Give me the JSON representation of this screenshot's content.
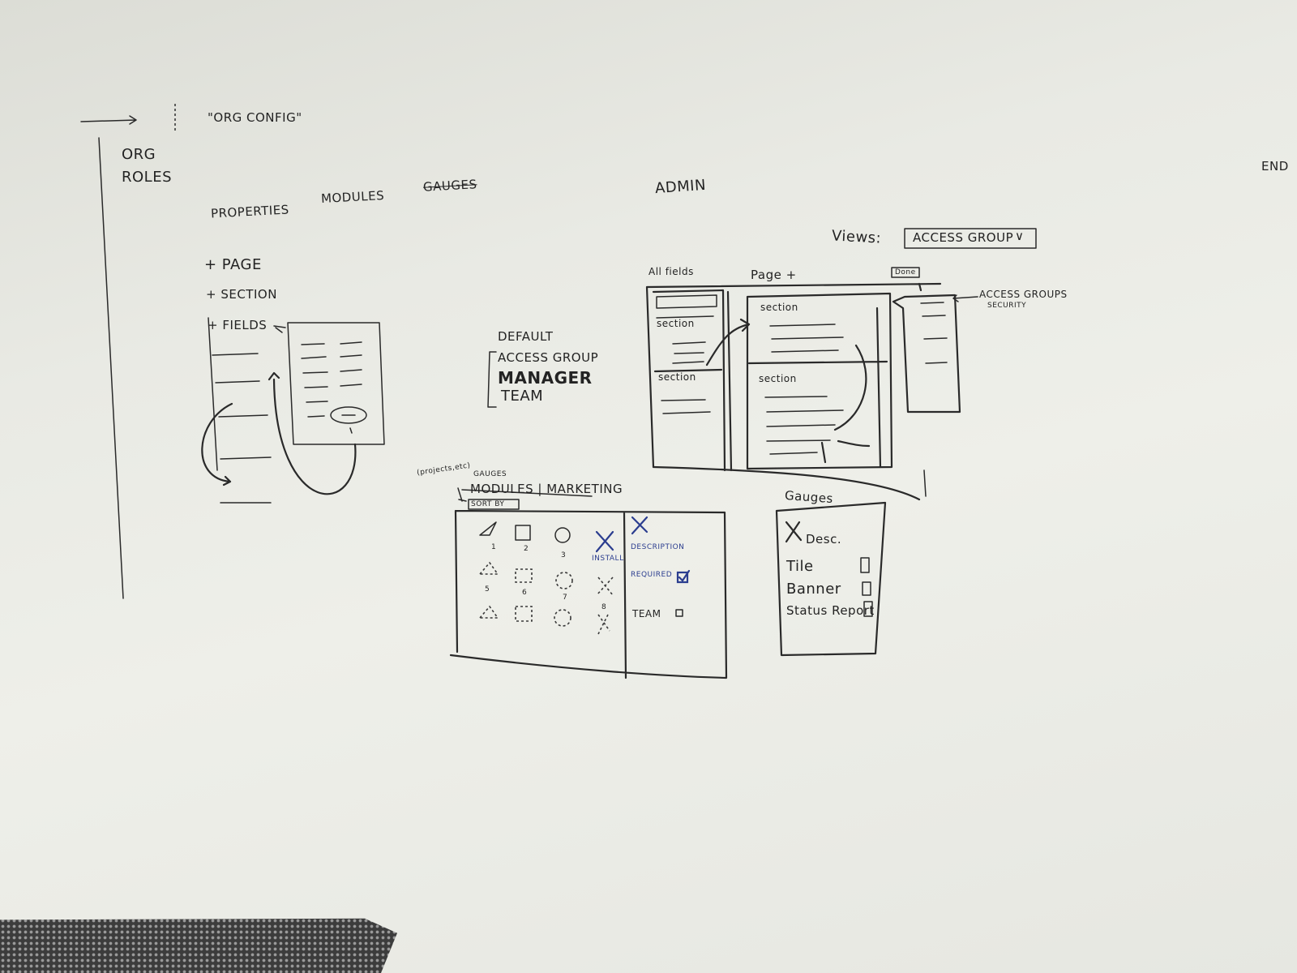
{
  "header": {
    "title": "\"ORG CONFIG\""
  },
  "left_nav": {
    "items": [
      "ORG",
      "ROLES"
    ]
  },
  "top_nav": {
    "items": [
      "PROPERTIES",
      "MODULES",
      "GAUGES"
    ],
    "admin": "ADMIN",
    "end": "END"
  },
  "add_menu": {
    "items": [
      "+ PAGE",
      "+ SECTION",
      "+ FIELDS"
    ]
  },
  "defaults": {
    "heading": "DEFAULT",
    "items": [
      "ACCESS GROUP",
      "MANAGER",
      "TEAM"
    ]
  },
  "admin_panel": {
    "views_label": "Views:",
    "views_select": "ACCESS GROUP",
    "all_fields": "All fields",
    "page_add": "Page +",
    "done": "Done",
    "section_labels": [
      "section",
      "section",
      "section",
      "section"
    ],
    "side_note": [
      "ACCESS GROUPS",
      "SECURITY"
    ]
  },
  "modules_panel": {
    "note": "(projects,etc)",
    "gauges": "GAUGES",
    "title": "MODULES | MARKETING",
    "sort_by": "SORT BY",
    "install": "INSTALL",
    "description": "DESCRIPTION",
    "required": "REQUIRED",
    "team": "TEAM",
    "shape_numbers": [
      "1",
      "2",
      "3",
      "5",
      "6",
      "7",
      "8"
    ]
  },
  "gauges_panel": {
    "title": "Gauges",
    "desc": "Desc.",
    "options": [
      "Tile",
      "Banner",
      "Status Report"
    ]
  },
  "colors": {
    "marker_black": "#2a2a2a",
    "marker_blue": "#2b3d8f",
    "board": "#eeefe9"
  }
}
